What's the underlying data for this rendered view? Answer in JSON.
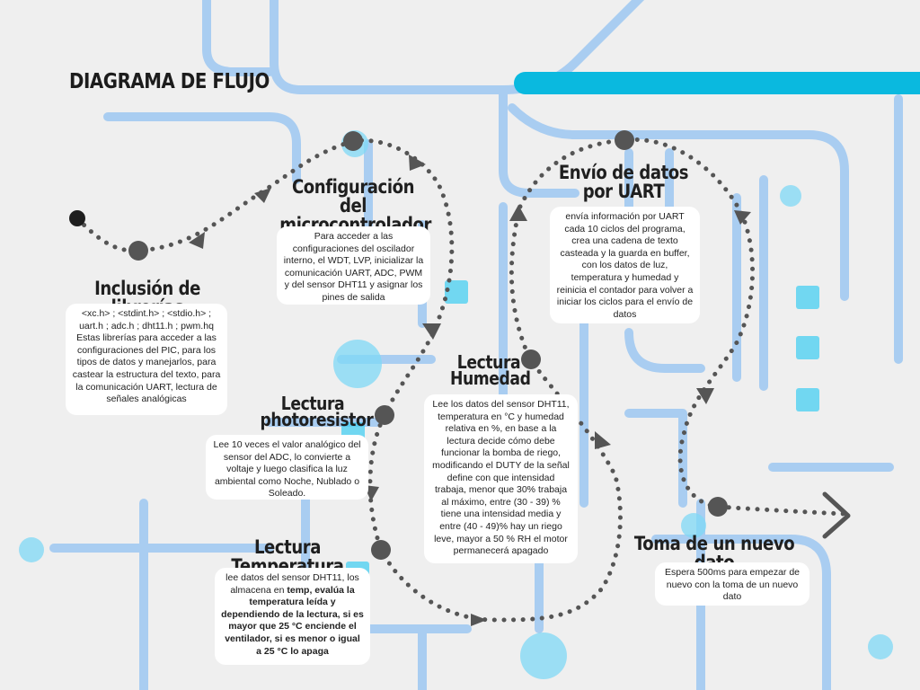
{
  "title": "DIAGRAMA DE FLUJO",
  "colors": {
    "accent": "#0ab9df",
    "dots": "#555555",
    "circuit": "#a7ccf0",
    "pad": "#15c8f2"
  },
  "steps": {
    "libraries": {
      "heading": "Inclusión de librerías",
      "body": "<xc.h> ; <stdint.h> ; <stdio.h> ; uart.h ; adc.h ; dht11.h ; pwm.hq Estas librerías para acceder a las configuraciones del PIC, para los tipos de datos y manejarlos, para castear la estructura del texto, para la comunicación UART, lectura de señales analógicas"
    },
    "config": {
      "heading_line1": "Configuración del",
      "heading_line2": "microcontrolador",
      "body": "Para acceder a las configuraciones del oscilador interno, el WDT, LVP, inicializar la comunicación UART, ADC, PWM y del sensor DHT11 y asignar los pines de salida"
    },
    "photoresistor": {
      "heading_line1": "Lectura",
      "heading_line2": "photoresistor",
      "body": "Lee 10 veces el valor analógico del sensor del ADC, lo convierte a voltaje y luego clasifica la luz ambiental como Noche, Nublado o Soleado."
    },
    "temperature": {
      "heading": "Lectura Temperatura",
      "body_pre": "lee datos del sensor DHT11, los almacena en ",
      "body_bold": "temp, evalúa la temperatura leída y dependiendo de la lectura, si es mayor que 25 °C enciende el ventilador, si es menor o igual a 25 °C lo apaga"
    },
    "humidity": {
      "heading_line1": "Lectura",
      "heading_line2": "Humedad",
      "body": "Lee los datos del sensor DHT11, temperatura en °C y humedad relativa en %, en base a la lectura decide cómo debe funcionar la bomba de riego, modificando el DUTY de la señal define con que intensidad trabaja, menor que 30% trabaja al máximo, entre (30 - 39) % tiene una intensidad media y entre (40 - 49)% hay un riego leve, mayor a 50 % RH el motor permanecerá apagado"
    },
    "uart": {
      "heading_line1": "Envío de datos",
      "heading_line2": "por UART",
      "body": "envía información por UART cada 10 ciclos del programa, crea una cadena de texto casteada y la guarda en buffer, con los datos de luz, temperatura y humedad y reinicia el contador para volver a iniciar los ciclos para el envío de datos"
    },
    "new_data": {
      "heading": "Toma de un nuevo dato",
      "body": "Espera 500ms para empezar de nuevo con la toma de un nuevo dato"
    }
  }
}
